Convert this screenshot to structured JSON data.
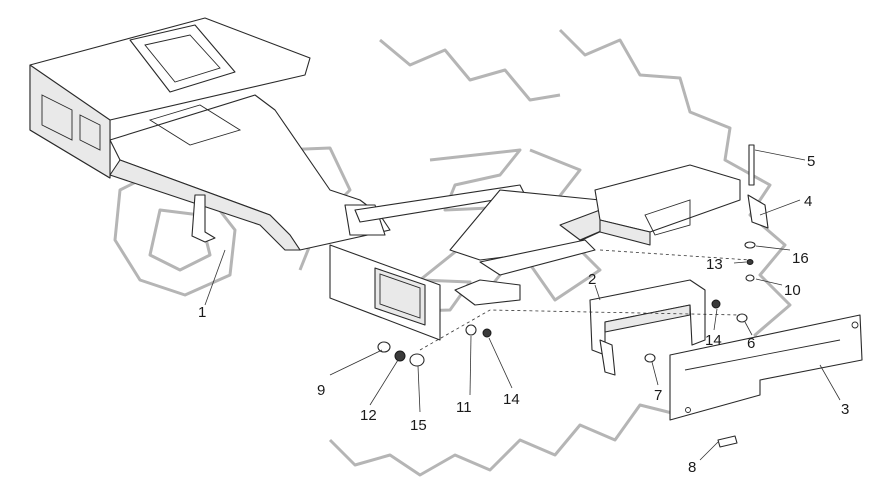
{
  "watermark": {
    "text": "OPEX"
  },
  "callouts": [
    {
      "label": "1"
    },
    {
      "label": "2"
    },
    {
      "label": "3"
    },
    {
      "label": "4"
    },
    {
      "label": "5"
    },
    {
      "label": "6"
    },
    {
      "label": "7"
    },
    {
      "label": "8"
    },
    {
      "label": "9"
    },
    {
      "label": "10"
    },
    {
      "label": "11"
    },
    {
      "label": "12"
    },
    {
      "label": "13"
    },
    {
      "label": "14"
    },
    {
      "label": "14"
    },
    {
      "label": "15"
    },
    {
      "label": "16"
    }
  ]
}
